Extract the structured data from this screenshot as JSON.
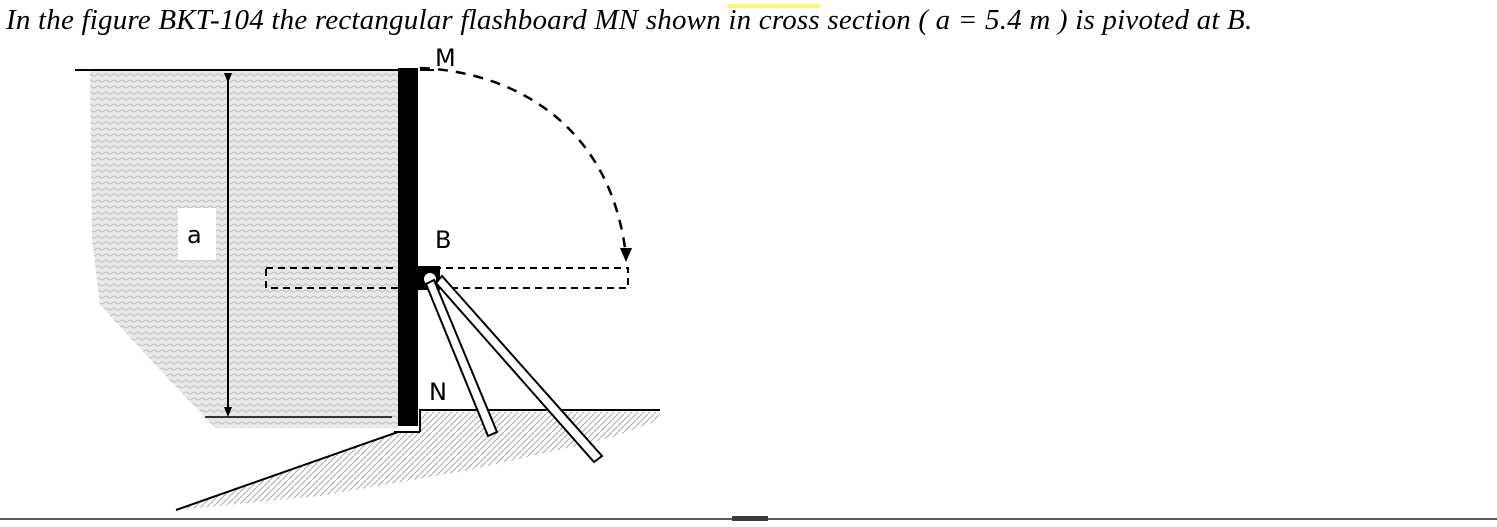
{
  "caption": {
    "text_before": "In the figure BKT-104 the rectangular flashboard MN shown ",
    "text_highlight": "in cross",
    "text_after": " section ( a = 5.4 m ) is pivoted at B."
  },
  "figure": {
    "labels": {
      "M": "M",
      "B": "B",
      "N": "N",
      "a": "a"
    }
  }
}
